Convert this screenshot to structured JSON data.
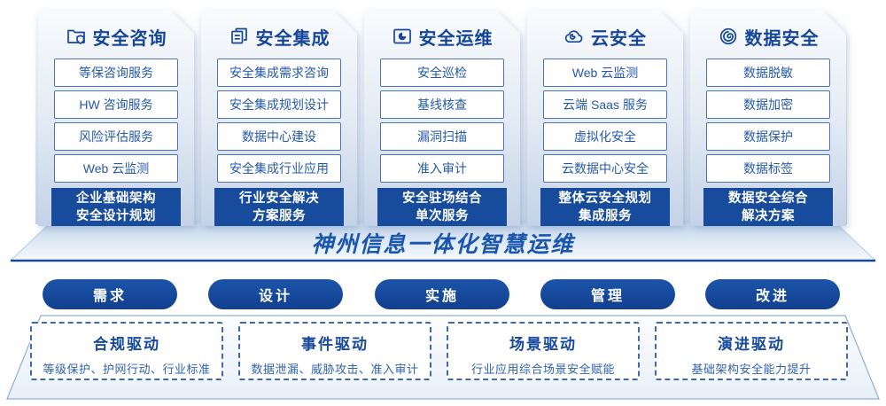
{
  "banner": {
    "title": "神州信息一体化智慧运维"
  },
  "columns": [
    {
      "title": "安全咨询",
      "icon": "folder-shield-icon",
      "items": [
        "等保咨询服务",
        "HW 咨询服务",
        "风险评估服务",
        "Web 云监测"
      ],
      "highlight_line1": "企业基础架构",
      "highlight_line2": "安全设计规划"
    },
    {
      "title": "安全集成",
      "icon": "copy-docs-icon",
      "items": [
        "安全集成需求咨询",
        "安全集成规划设计",
        "数据中心建设",
        "安全集成行业应用"
      ],
      "highlight_line1": "行业安全解决",
      "highlight_line2": "方案服务"
    },
    {
      "title": "安全运维",
      "icon": "folder-pie-icon",
      "items": [
        "安全巡检",
        "基线核查",
        "漏洞扫描",
        "准入审计"
      ],
      "highlight_line1": "安全驻场结合",
      "highlight_line2": "单次服务"
    },
    {
      "title": "云安全",
      "icon": "cloud-icon",
      "items": [
        "Web 云监测",
        "云端 Saas 服务",
        "虚拟化安全",
        "云数据中心安全"
      ],
      "highlight_line1": "整体云安全规划",
      "highlight_line2": "集成服务"
    },
    {
      "title": "数据安全",
      "icon": "data-spiral-icon",
      "items": [
        "数据脱敏",
        "数据加密",
        "数据保护",
        "数据标签"
      ],
      "highlight_line1": "数据安全综合",
      "highlight_line2": "解决方案"
    }
  ],
  "process_pills": [
    {
      "label": "需求"
    },
    {
      "label": "设计"
    },
    {
      "label": "实施"
    },
    {
      "label": "管理"
    },
    {
      "label": "改进"
    }
  ],
  "drivers": [
    {
      "title": "合规驱动",
      "desc": "等级保护、护网行动、行业标准"
    },
    {
      "title": "事件驱动",
      "desc": "数据泄漏、威胁攻击、准入审计"
    },
    {
      "title": "场景驱动",
      "desc": "行业应用综合场景安全赋能"
    },
    {
      "title": "演进驱动",
      "desc": "基础架构安全能力提升"
    }
  ],
  "colors": {
    "navy": "#14489c",
    "title_blue": "#15469a",
    "item_text_blue": "#2459aa",
    "item_border_blue": "#4a74b6",
    "banner_text_blue": "#1a55ae",
    "dashed_border_blue": "#3b69b4"
  }
}
